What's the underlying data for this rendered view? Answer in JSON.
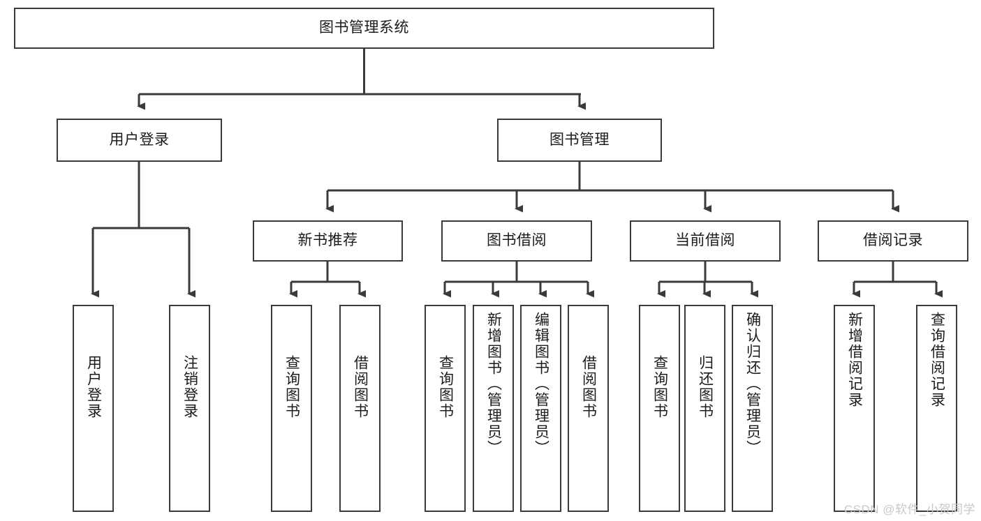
{
  "diagram": {
    "title": "图书管理系统",
    "type": "hierarchy-tree",
    "stroke_color": "#3a3a3a",
    "text_color": "#1b1b1b",
    "background": "#ffffff",
    "root": {
      "label": "图书管理系统"
    },
    "level2": [
      {
        "label": "用户登录"
      },
      {
        "label": "图书管理"
      }
    ],
    "level3": [
      {
        "label": "新书推荐"
      },
      {
        "label": "图书借阅"
      },
      {
        "label": "当前借阅"
      },
      {
        "label": "借阅记录"
      }
    ],
    "leaves": {
      "user_login": [
        {
          "label": "用户登录"
        },
        {
          "label": "注销登录"
        }
      ],
      "new_book_recommend": [
        {
          "label": "查询图书"
        },
        {
          "label": "借阅图书"
        }
      ],
      "book_borrow": [
        {
          "label": "查询图书"
        },
        {
          "label": "新增图书（管理员）"
        },
        {
          "label": "编辑图书（管理员）"
        },
        {
          "label": "借阅图书"
        }
      ],
      "current_borrow": [
        {
          "label": "查询图书"
        },
        {
          "label": "归还图书"
        },
        {
          "label": "确认归还（管理员）"
        }
      ],
      "borrow_record": [
        {
          "label": "新增借阅记录"
        },
        {
          "label": "查询借阅记录"
        }
      ]
    }
  },
  "watermark": {
    "text": "CSDN @软件_小贺同学"
  }
}
